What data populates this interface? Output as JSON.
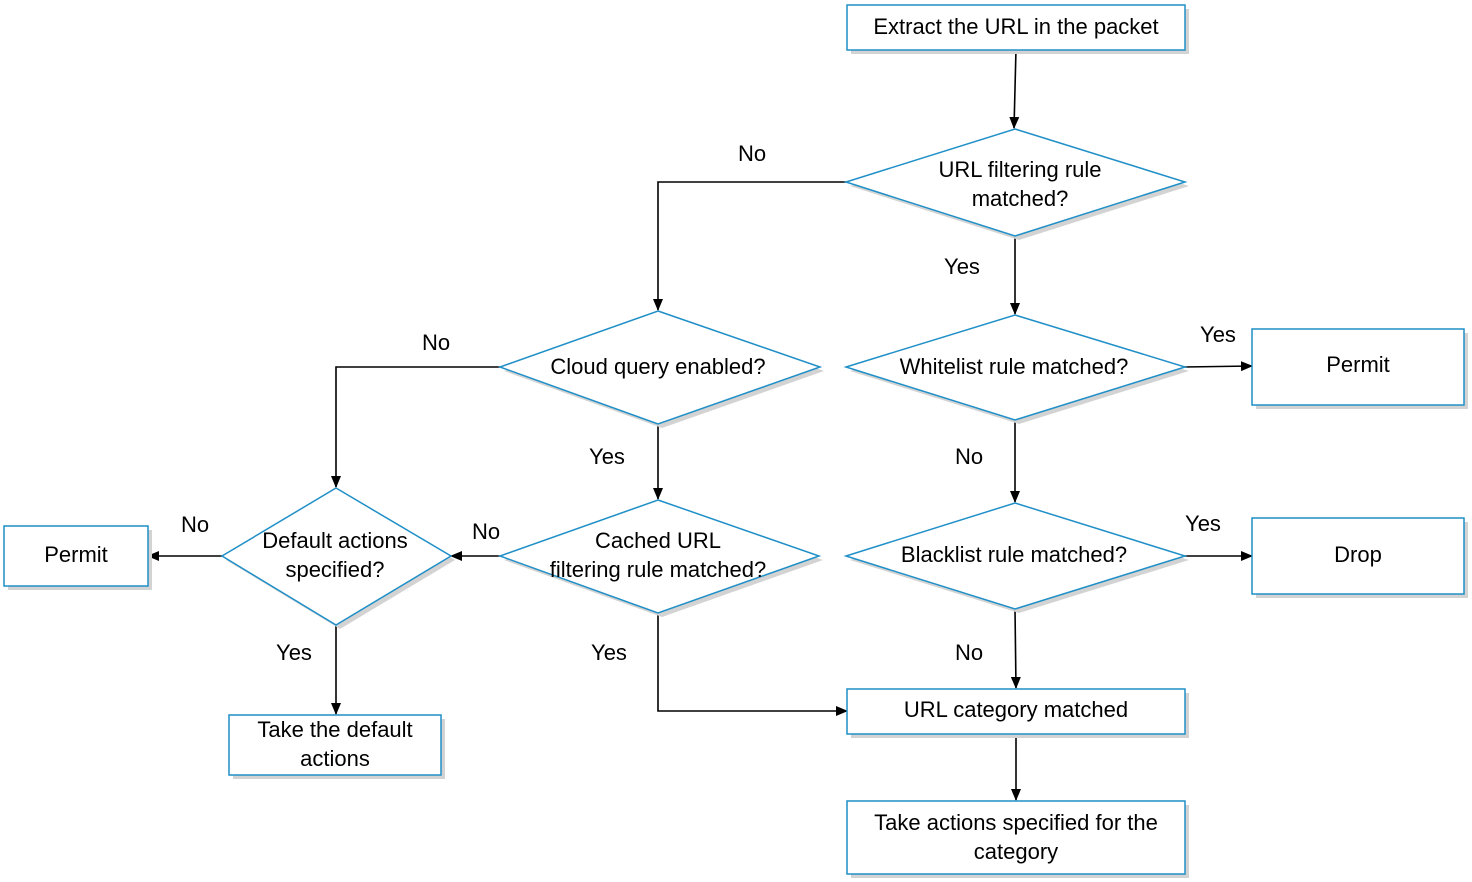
{
  "nodes": {
    "extract": "Extract the URL in the packet",
    "url_rule": [
      "URL filtering rule",
      "matched?"
    ],
    "cloud": "Cloud query enabled?",
    "whitelist": "Whitelist rule matched?",
    "permit_right": "Permit",
    "default_actions": [
      "Default actions",
      "specified?"
    ],
    "cached": [
      "Cached URL",
      "filtering rule matched?"
    ],
    "blacklist": "Blacklist rule matched?",
    "drop": "Drop",
    "permit_left": "Permit",
    "take_default": [
      "Take the default",
      "actions"
    ],
    "url_category": "URL category matched",
    "take_category": [
      "Take actions specified for the",
      "category"
    ]
  },
  "edge_labels": {
    "url_rule_no": "No",
    "url_rule_yes": "Yes",
    "cloud_no": "No",
    "cloud_yes": "Yes",
    "whitelist_yes": "Yes",
    "whitelist_no": "No",
    "default_no": "No",
    "cached_no": "No",
    "blacklist_yes": "Yes",
    "default_yes": "Yes",
    "cached_yes": "Yes",
    "blacklist_no": "No"
  },
  "colors": {
    "node_border": "#1f8fc7",
    "shadow": "#d3d3d3",
    "edge": "#000000"
  }
}
